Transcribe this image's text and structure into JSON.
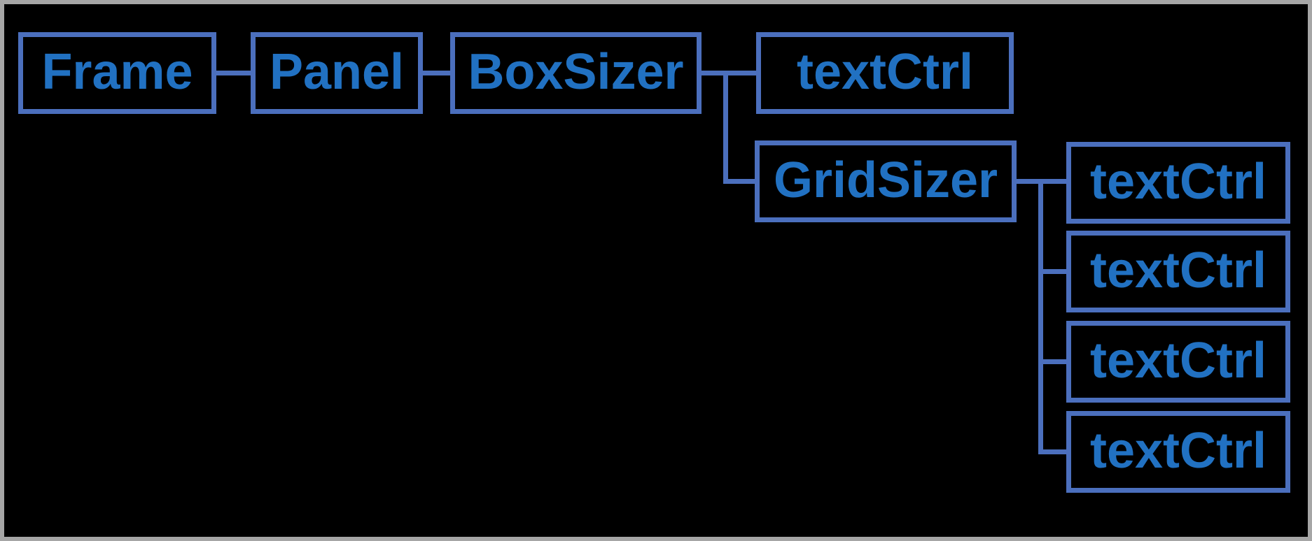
{
  "diagram": {
    "colors": {
      "background": "#000000",
      "outer_border": "#a6a6a6",
      "box_border": "#4b6fbd",
      "label_text": "#2171c2"
    },
    "nodes": [
      {
        "id": "frame",
        "label": "Frame"
      },
      {
        "id": "panel",
        "label": "Panel"
      },
      {
        "id": "boxsizer",
        "label": "BoxSizer"
      },
      {
        "id": "textctrl-1",
        "label": "textCtrl"
      },
      {
        "id": "gridsizer",
        "label": "GridSizer"
      },
      {
        "id": "textctrl-2",
        "label": "textCtrl"
      },
      {
        "id": "textctrl-3",
        "label": "textCtrl"
      },
      {
        "id": "textctrl-4",
        "label": "textCtrl"
      },
      {
        "id": "textctrl-5",
        "label": "textCtrl"
      }
    ],
    "edges": [
      {
        "from": "frame",
        "to": "panel"
      },
      {
        "from": "panel",
        "to": "boxsizer"
      },
      {
        "from": "boxsizer",
        "to": "textctrl-1"
      },
      {
        "from": "boxsizer",
        "to": "gridsizer"
      },
      {
        "from": "gridsizer",
        "to": "textctrl-2"
      },
      {
        "from": "gridsizer",
        "to": "textctrl-3"
      },
      {
        "from": "gridsizer",
        "to": "textctrl-4"
      },
      {
        "from": "gridsizer",
        "to": "textctrl-5"
      }
    ]
  }
}
